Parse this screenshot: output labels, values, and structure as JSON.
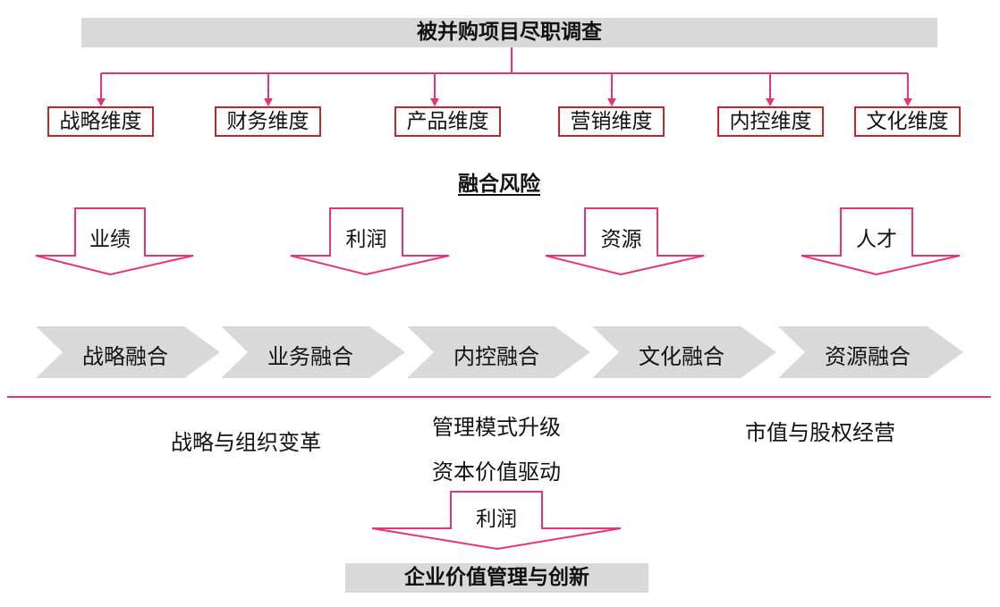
{
  "top_title": "被并购项目尽职调查",
  "dimensions": [
    "战略维度",
    "财务维度",
    "产品维度",
    "营销维度",
    "内控维度",
    "文化维度"
  ],
  "risk_title": "融合风险",
  "risk_arrows": [
    "业绩",
    "利润",
    "资源",
    "人才"
  ],
  "fusion_steps": [
    "战略融合",
    "业务融合",
    "内控融合",
    "文化融合",
    "资源融合"
  ],
  "outcomes": {
    "left": "战略与组织变革",
    "center_line1": "管理模式升级",
    "center_line2": "资本价值驱动",
    "right": "市值与股权经营"
  },
  "bottom_arrow": "利润",
  "bottom_title": "企业价值管理与创新",
  "colors": {
    "pink": "#e8337a",
    "dark_red": "#c0262c",
    "grey": "#d9d9d9"
  }
}
